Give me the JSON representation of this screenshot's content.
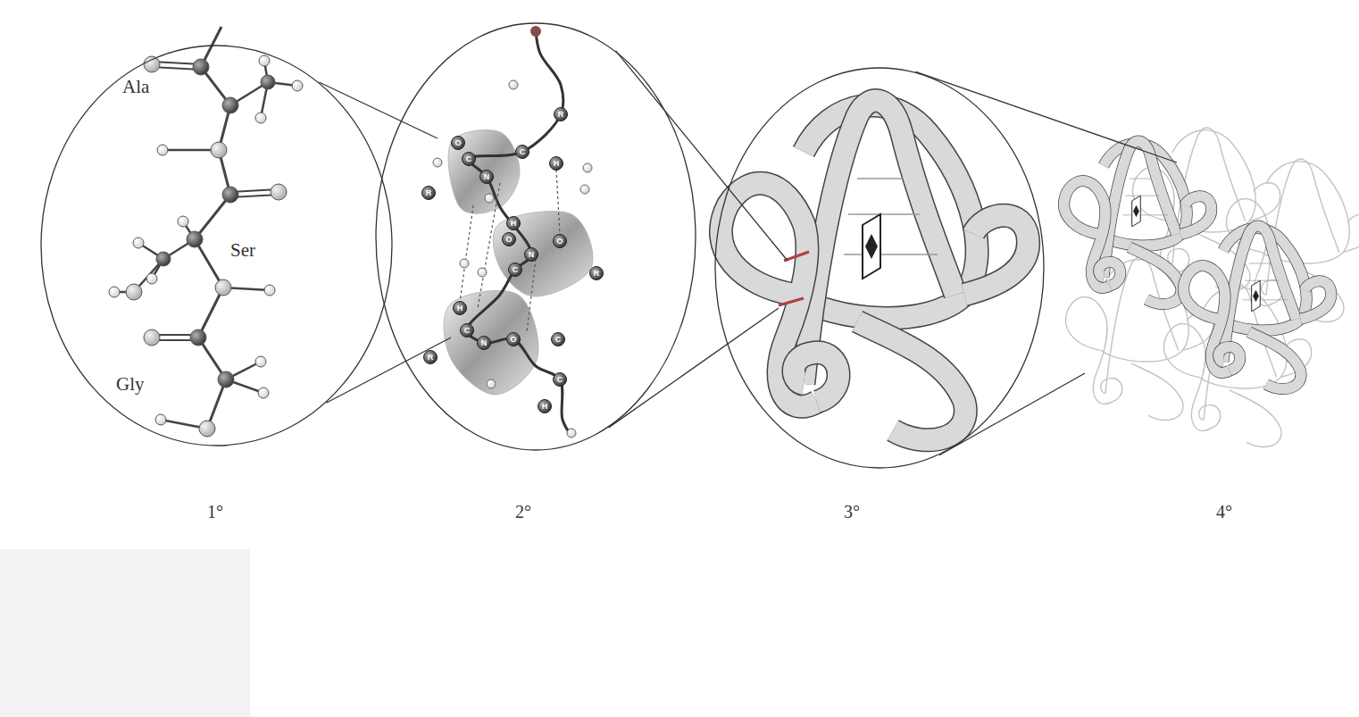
{
  "diagram": {
    "nodes": [
      {
        "text": [
          "Ala",
          "Ser",
          "Gly",
          "1°"
        ]
      },
      {
        "text": [
          "2°"
        ]
      },
      {
        "text": [
          "3°"
        ]
      },
      {
        "text": [
          "4°"
        ]
      }
    ],
    "edges": [
      {
        "from": 0,
        "to": 1,
        "arrow": "none"
      },
      {
        "from": 0,
        "to": 1,
        "arrow": "none"
      },
      {
        "from": 1,
        "to": 2,
        "arrow": "none"
      },
      {
        "from": 1,
        "to": 2,
        "arrow": "none"
      },
      {
        "from": 2,
        "to": 3,
        "arrow": "none"
      },
      {
        "from": 2,
        "to": 3,
        "arrow": "none"
      }
    ],
    "labels": [
      "O",
      "C",
      "N",
      "R",
      "C",
      "R",
      "H",
      "H",
      "O",
      "N",
      "C",
      "O",
      "R",
      "H",
      "C",
      "N",
      "R",
      "O",
      "C",
      "H",
      "C"
    ]
  }
}
